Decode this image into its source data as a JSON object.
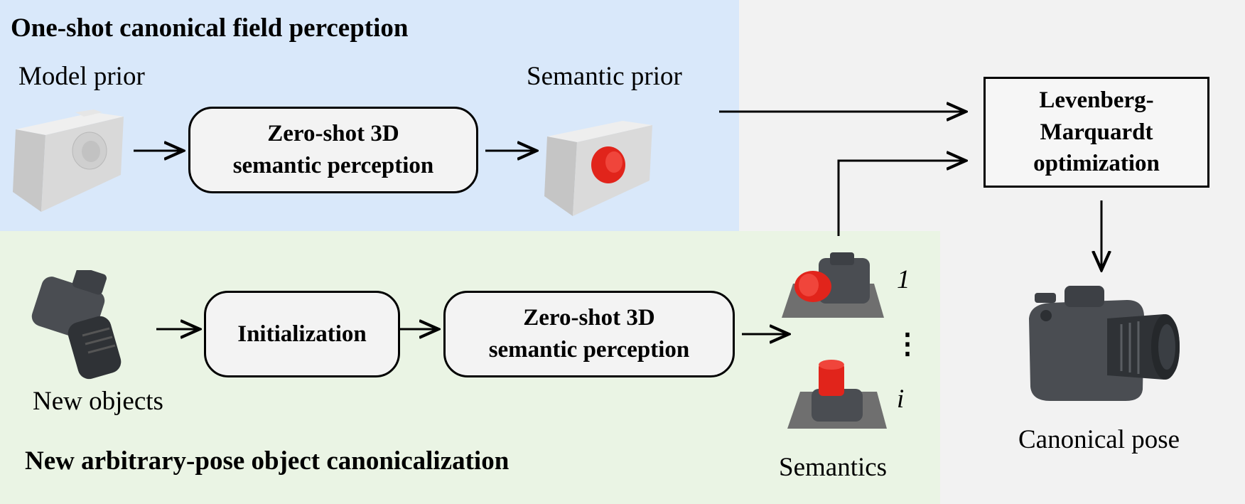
{
  "top_section": {
    "title": "One-shot canonical field perception",
    "model_prior_label": "Model prior",
    "semantic_prior_label": "Semantic prior",
    "perception_box_lines": [
      "Zero-shot 3D",
      "semantic perception"
    ]
  },
  "bottom_section": {
    "title": "New arbitrary-pose object canonicalization",
    "new_objects_label": "New objects",
    "initialization_label": "Initialization",
    "perception_box_lines": [
      "Zero-shot 3D",
      "semantic perception"
    ],
    "semantics_label": "Semantics",
    "index_first": "1",
    "index_ellipsis": "⋮",
    "index_last": "i"
  },
  "optimizer": {
    "box_lines": [
      "Levenberg-",
      "Marquardt",
      "optimization"
    ]
  },
  "output": {
    "canonical_pose_label": "Canonical pose"
  },
  "colors": {
    "top_panel": "#d9e8fa",
    "bottom_panel": "#eaf4e4",
    "background": "#f2f2f2",
    "semantic_highlight": "#e1241b",
    "camera_body": "#4a4d52"
  }
}
